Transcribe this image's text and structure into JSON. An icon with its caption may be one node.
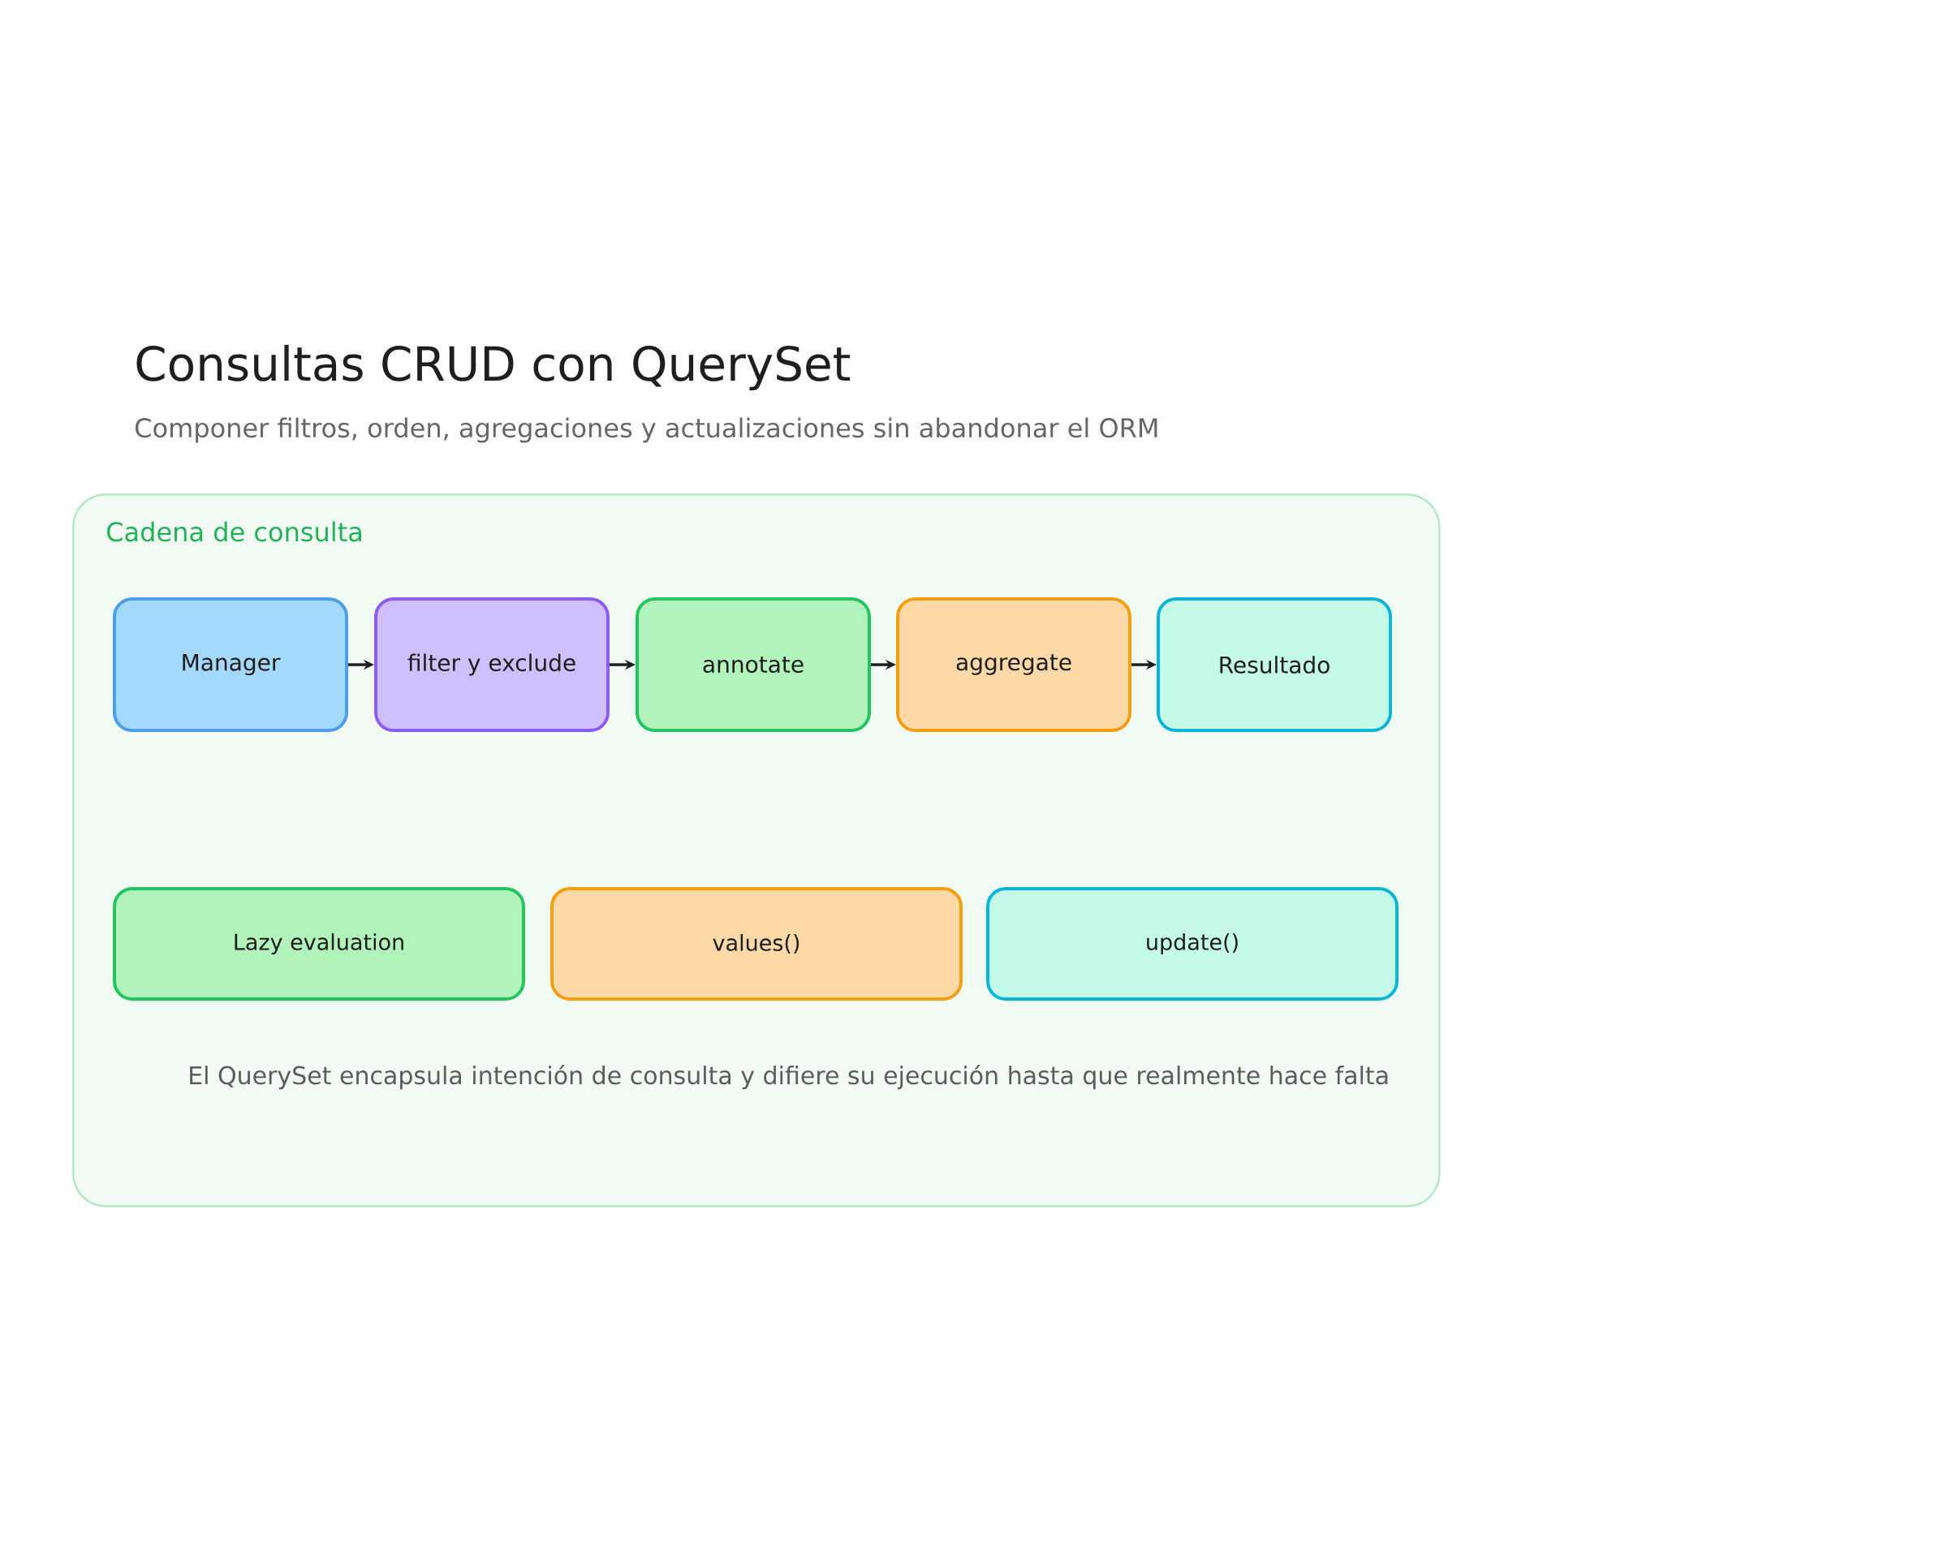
{
  "diagram": {
    "title": "Consultas CRUD con QuerySet",
    "nodes": [
      {
        "text": [
          "Cadena de consulta"
        ]
      },
      {
        "text": [
          "Manager"
        ],
        "in": 0
      },
      {
        "text": [
          "filter y exclude"
        ],
        "in": 0
      },
      {
        "text": [
          "annotate"
        ],
        "in": 0
      },
      {
        "text": [
          "aggregate"
        ],
        "in": 0
      },
      {
        "text": [
          "Resultado"
        ],
        "in": 0
      },
      {
        "text": [
          "Lazy evaluation"
        ],
        "in": 0
      },
      {
        "text": [
          "values()"
        ],
        "in": 0
      },
      {
        "text": [
          "update()"
        ],
        "in": 0
      }
    ],
    "edges": [
      {
        "from": 1,
        "to": 2,
        "arrow": "to"
      },
      {
        "from": 2,
        "to": 3,
        "arrow": "to"
      },
      {
        "from": 3,
        "to": 4,
        "arrow": "to"
      },
      {
        "from": 4,
        "to": 5,
        "arrow": "to"
      }
    ],
    "labels": [
      "Componer filtros, orden, agregaciones y actualizaciones sin abandonar el ORM",
      "El QuerySet encapsula intención de consulta y difiere su ejecución hasta que realmente hace falta"
    ]
  }
}
